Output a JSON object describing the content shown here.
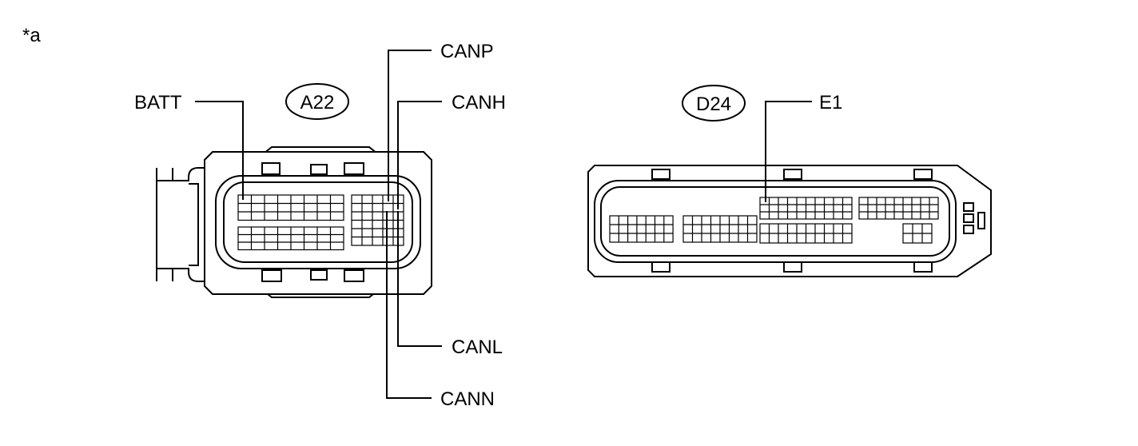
{
  "figure_label": "*a",
  "connectors": [
    {
      "id": "A22",
      "pins": [
        {
          "name": "BATT"
        },
        {
          "name": "CANP"
        },
        {
          "name": "CANH"
        },
        {
          "name": "CANL"
        },
        {
          "name": "CANN"
        }
      ]
    },
    {
      "id": "D24",
      "pins": [
        {
          "name": "E1"
        }
      ]
    }
  ]
}
